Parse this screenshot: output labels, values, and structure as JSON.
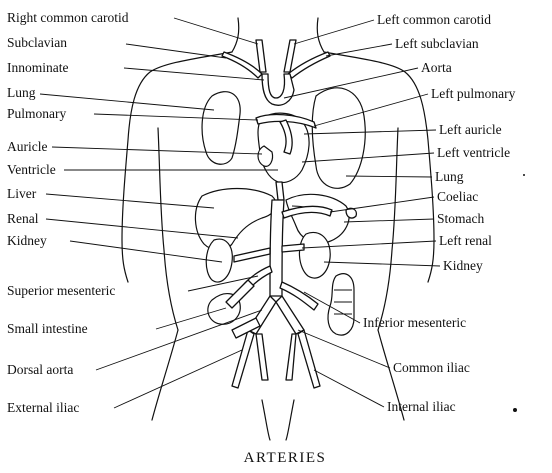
{
  "caption": "ARTERIES",
  "labels": {
    "right_common_carotid": "Right common carotid",
    "subclavian": "Subclavian",
    "innominate": "Innominate",
    "lung_left_side": "Lung",
    "pulmonary": "Pulmonary",
    "auricle": "Auricle",
    "ventricle": "Ventricle",
    "liver": "Liver",
    "renal": "Renal",
    "kidney_left_side": "Kidney",
    "superior_mesenteric": "Superior mesenteric",
    "small_intestine": "Small intestine",
    "dorsal_aorta": "Dorsal aorta",
    "external_iliac": "External iliac",
    "left_common_carotid": "Left common carotid",
    "left_subclavian": "Left subclavian",
    "aorta": "Aorta",
    "left_pulmonary": "Left pulmonary",
    "left_auricle": "Left auricle",
    "left_ventricle": "Left ventricle",
    "lung_right_side": "Lung",
    "coeliac": "Coeliac",
    "stomach": "Stomach",
    "left_renal": "Left renal",
    "kidney_right_side": "Kidney",
    "inferior_mesenteric": "Inferior mesenteric",
    "common_iliac": "Common iliac",
    "internal_iliac": "Internal iliac"
  }
}
